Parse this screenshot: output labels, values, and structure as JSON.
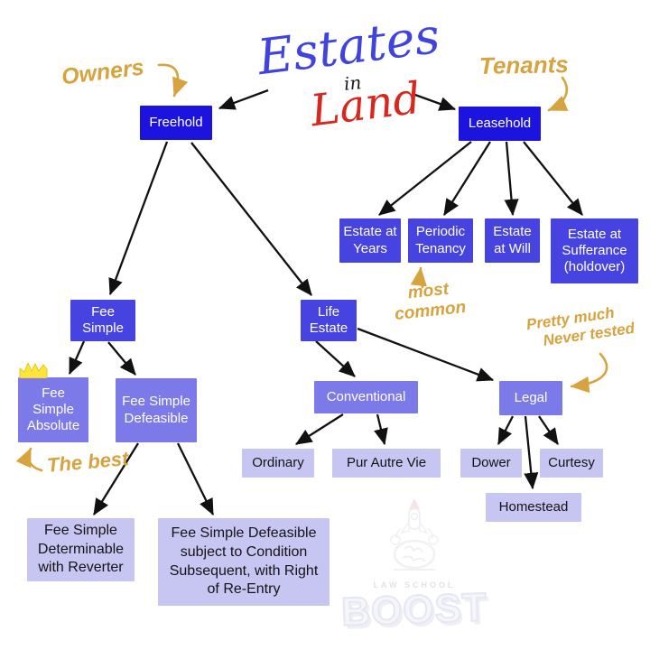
{
  "title": {
    "word1": "Estates",
    "word2": "in",
    "word3": "Land"
  },
  "annotations": {
    "owners": "Owners",
    "tenants": "Tenants",
    "most_common_line1": "most",
    "most_common_line2": "common",
    "the_best": "The best",
    "pretty_much_line1": "Pretty much",
    "pretty_much_line2": "Never tested"
  },
  "nodes": {
    "freehold": {
      "label": "Freehold"
    },
    "leasehold": {
      "label": "Leasehold"
    },
    "estate_at_years": {
      "label": "Estate at Years"
    },
    "periodic_tenancy": {
      "label": "Periodic Tenancy"
    },
    "estate_at_will": {
      "label": "Estate at Will"
    },
    "estate_at_sufferance": {
      "label": "Estate at Sufferance (holdover)"
    },
    "fee_simple": {
      "label": "Fee Simple"
    },
    "life_estate": {
      "label": "Life Estate"
    },
    "fee_simple_absolute": {
      "label": "Fee Simple Absolute"
    },
    "fee_simple_defeasible": {
      "label": "Fee Simple Defeasible"
    },
    "conventional": {
      "label": "Conventional"
    },
    "legal": {
      "label": "Legal"
    },
    "ordinary": {
      "label": "Ordinary"
    },
    "pur_autre_vie": {
      "label": "Pur Autre Vie"
    },
    "dower": {
      "label": "Dower"
    },
    "curtesy": {
      "label": "Curtesy"
    },
    "homestead": {
      "label": "Homestead"
    },
    "fee_simple_determinable": {
      "label": "Fee Simple Determinable with Reverter"
    },
    "fee_simple_defeasible_subsequent": {
      "label": "Fee Simple Defeasible subject to Condition Subsequent, with Right of Re-Entry"
    }
  },
  "watermark": {
    "tagline": "LAW SCHOOL",
    "brand": "BOOST"
  },
  "colors": {
    "node_level1": "#1c13de",
    "node_level2": "#4643e0",
    "node_level3": "#7c7ae9",
    "node_level4": "#c7c5f1",
    "handwriting_gold": "#d7a33e",
    "title_blue": "#4143de",
    "title_red": "#d8281e",
    "crown_yellow": "#ffe43a",
    "arrow_black": "#111111"
  }
}
